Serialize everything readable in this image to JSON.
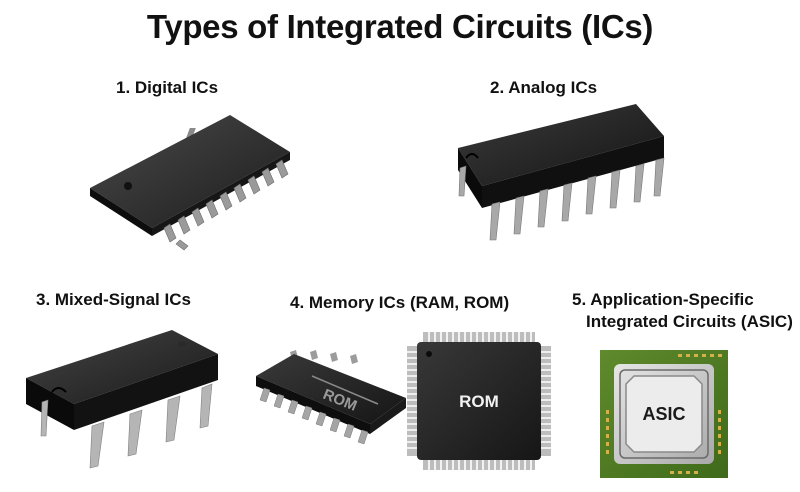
{
  "title": "Types of Integrated Circuits (ICs)",
  "sections": [
    {
      "label": "1. Digital ICs"
    },
    {
      "label": "2. Analog ICs"
    },
    {
      "label": "3. Mixed-Signal ICs"
    },
    {
      "label": "4. Memory ICs (RAM, ROM)",
      "chip_labels": [
        "ROM",
        "ROM"
      ]
    },
    {
      "label_line1": "5. Application-Specific",
      "label_line2": "Integrated Circuits (ASIC)",
      "chip_label": "ASIC"
    }
  ]
}
